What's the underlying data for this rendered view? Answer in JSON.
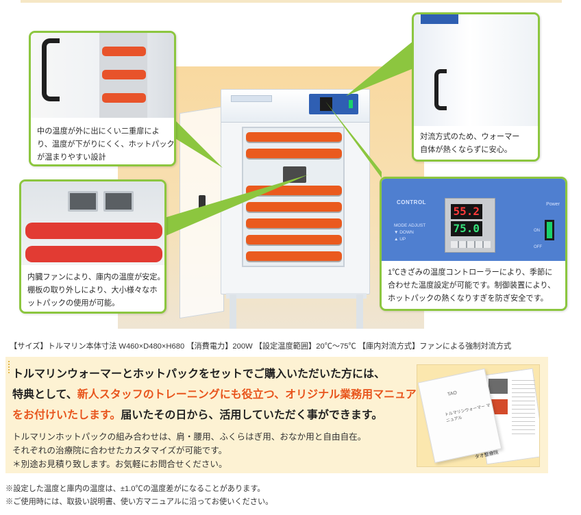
{
  "callouts": {
    "double_door": {
      "lines": [
        "中の温度が外に出にくい二重扉によ",
        "り、温度が下がりにくく、ホットパック",
        "が温まりやすい設計"
      ]
    },
    "convection": {
      "lines": [
        "対流方式のため、ウォーマー",
        "自体が熱くならずに安心。"
      ]
    },
    "fan": {
      "lines": [
        "内臓ファンにより、庫内の温度が安定。",
        "棚板の取り外しにより、大小様々なホ",
        "ットパックの使用が可能。"
      ]
    },
    "controller": {
      "panel_label": "CONTROL",
      "mode_labels": [
        "MODE ADJUST",
        "▼  DOWN",
        "▲  UP"
      ],
      "pv": "55.2",
      "sv": "75.0",
      "power_label": "Power",
      "on_label": "ON",
      "off_label": "OFF",
      "lines": [
        "1℃きざみの温度コントローラーにより、季節に",
        "合わせた温度設定が可能です。制御装置により、",
        "ホットパックの熱くなりすぎを防ぎ安全です。"
      ]
    }
  },
  "spec": "【サイズ】トルマリン本体寸法 W460×D480×H680 【消費電力】200W 【設定温度範囲】20℃〜75℃ 【庫内対流方式】ファンによる強制対流方式",
  "promo": {
    "line1": "トルマリンウォーマーとホットパックをセットでご購入いただいた方には、",
    "line2_pre": "特典として、",
    "line2_hl": "新人スタッフのトレーニングにも役立つ、オリジナル業務用マニュアル",
    "line3_hl": "をお付けいたします。",
    "line3_post": "届いたその日から、活用していただく事ができます。",
    "body": [
      "トルマリンホットパックの組み合わせは、肩・腰用、ふくらはぎ用、おなか用と自由自在。",
      "それぞれの治療院に合わせたカスタマイズが可能です。",
      "＊別途お見積り致します。お気軽にお問合せください。"
    ]
  },
  "manual": {
    "logo": "TAO",
    "title": "トルマリンウォーマー マニュアル",
    "footer": "タオ整療院"
  },
  "notes": [
    "※設定した温度と庫内の温度は、±1.0℃の温度差がになることがあります。",
    "※ご使用時には、取扱い説明書、使い方マニュアルに沿ってお使いください。"
  ]
}
